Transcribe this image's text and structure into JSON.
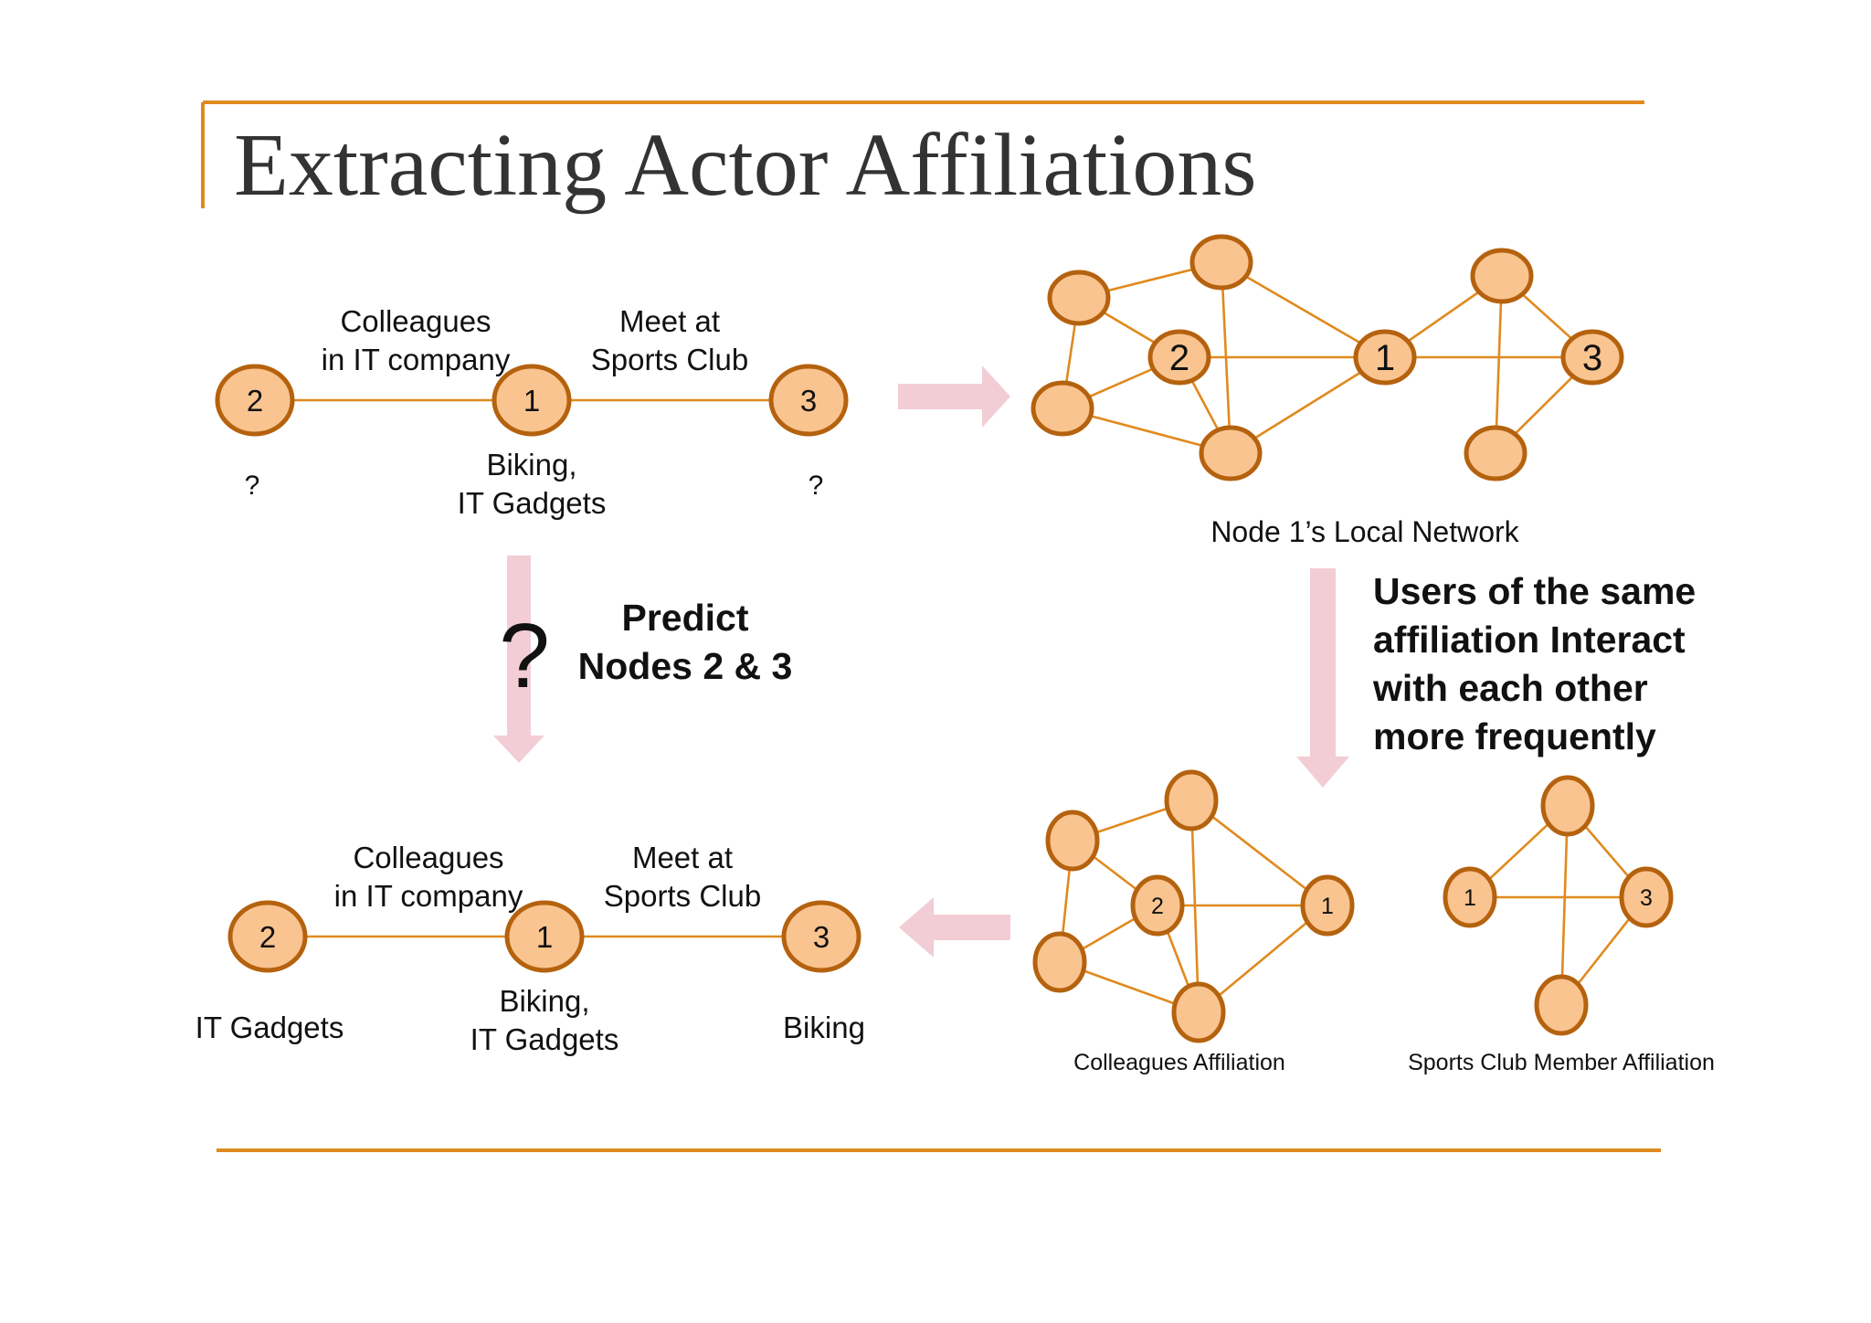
{
  "title": "Extracting Actor Affiliations",
  "accent_color": "#E08A1E",
  "node_fill": "#F9C48F",
  "node_stroke": "#B5620F",
  "arrow_color": "#F2CDD6",
  "top_chain": {
    "left_edge_label": "Colleagues in IT company",
    "right_edge_label": "Meet at Sports Club",
    "nodes": [
      "2",
      "1",
      "3"
    ],
    "left_attr": "?",
    "center_attr": "Biking, IT Gadgets",
    "right_attr": "?"
  },
  "predict": {
    "question_mark": "?",
    "label": "Predict Nodes 2 & 3"
  },
  "bottom_chain": {
    "left_edge_label": "Colleagues in IT company",
    "right_edge_label": "Meet at Sports Club",
    "nodes": [
      "2",
      "1",
      "3"
    ],
    "left_attr": "IT Gadgets",
    "center_attr": "Biking, IT Gadgets",
    "right_attr": "Biking"
  },
  "local_network": {
    "caption": "Node 1’s Local Network",
    "labels": [
      "2",
      "1",
      "3"
    ]
  },
  "observation": "Users of the same affiliation  Interact with each other more  frequently",
  "colleagues_network": {
    "caption": "Colleagues  Affiliation",
    "labels": [
      "2",
      "1"
    ]
  },
  "sports_network": {
    "caption": "Sports Club Member Affiliation",
    "labels": [
      "1",
      "3"
    ]
  }
}
